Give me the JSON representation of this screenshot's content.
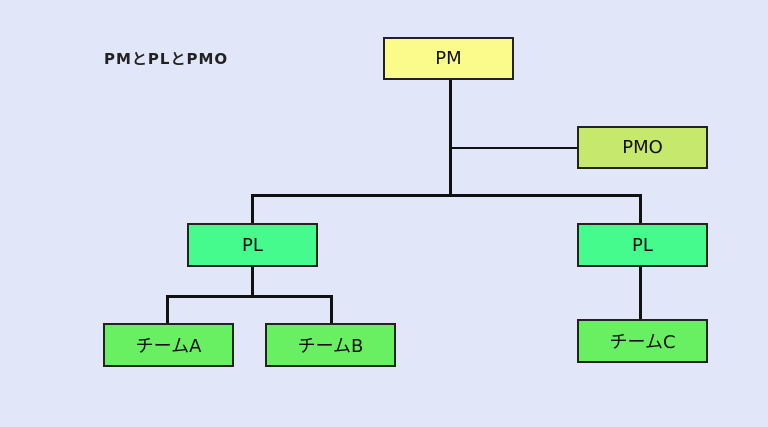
{
  "title": "PMとPLとPMO",
  "nodes": {
    "pm": {
      "label": "PM",
      "color": "#fbfb8c"
    },
    "pmo": {
      "label": "PMO",
      "color": "#c6e86c"
    },
    "pl_left": {
      "label": "PL",
      "color": "#45fb8d"
    },
    "pl_right": {
      "label": "PL",
      "color": "#45fb8d"
    },
    "team_a": {
      "label": "チームA",
      "color": "#68f062"
    },
    "team_b": {
      "label": "チームB",
      "color": "#68f062"
    },
    "team_c": {
      "label": "チームC",
      "color": "#68f062"
    }
  },
  "edges": [
    {
      "from": "PM",
      "to": "PMO"
    },
    {
      "from": "PM",
      "to": "PL (left)"
    },
    {
      "from": "PM",
      "to": "PL (right)"
    },
    {
      "from": "PL (left)",
      "to": "チームA"
    },
    {
      "from": "PL (left)",
      "to": "チームB"
    },
    {
      "from": "PL (right)",
      "to": "チームC"
    }
  ]
}
